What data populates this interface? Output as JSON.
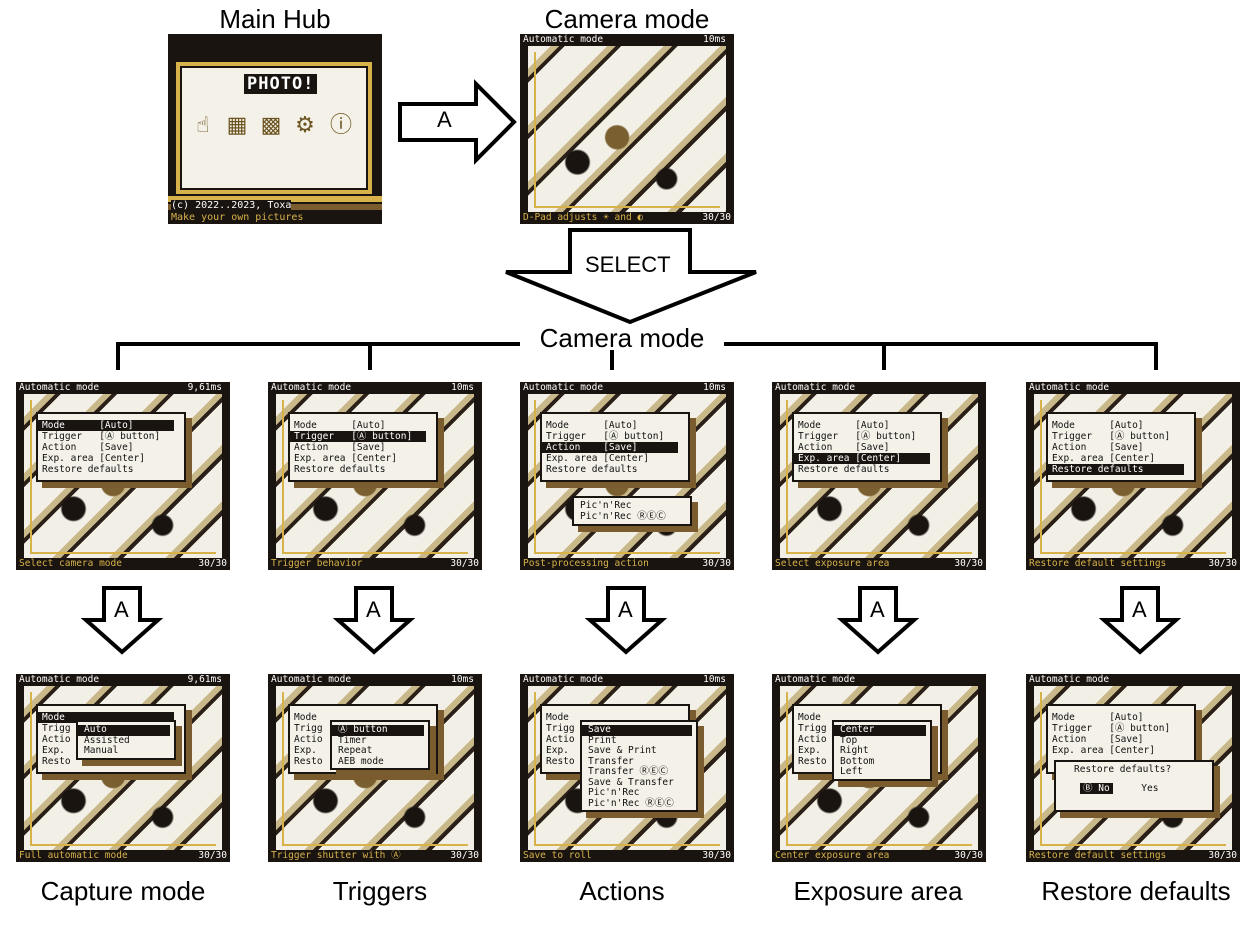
{
  "top": {
    "hub_label": "Main Hub",
    "camera_label": "Camera mode",
    "a_label": "A",
    "select_label": "SELECT",
    "hub": {
      "title": "PHOTO!",
      "footer1": "(c) 2022..2023, Toxa",
      "footer2": "Make your own pictures"
    },
    "camera": {
      "mode": "Automatic mode",
      "time": "10ms",
      "hint": "D-Pad adjusts ☀ and ◐",
      "count": "30/30"
    }
  },
  "camera_mode_label": "Camera mode",
  "a_arrow_label": "A",
  "menu_rows": [
    "Mode      [Auto]",
    "Trigger   [Ⓐ button]",
    "Action    [Save]",
    "Exp. area [Center]",
    "Restore defaults"
  ],
  "mid_screens": [
    {
      "mode": "Automatic mode",
      "time": "9,61ms",
      "hint": "Select camera mode",
      "count": "30/30",
      "sel": 0
    },
    {
      "mode": "Automatic mode",
      "time": "10ms",
      "hint": "Trigger behavior",
      "count": "30/30",
      "sel": 1
    },
    {
      "mode": "Automatic mode",
      "time": "10ms",
      "hint": "Post-processing action",
      "count": "30/30",
      "sel": 2,
      "popup": [
        "Pic'n'Rec",
        "Pic'n'Rec ⓇⒺⒸ"
      ]
    },
    {
      "mode": "Automatic mode",
      "time": "",
      "hint": "Select exposure area",
      "count": "30/30",
      "sel": 3
    },
    {
      "mode": "Automatic mode",
      "time": "",
      "hint": "Restore default settings",
      "count": "30/30",
      "sel": 4
    }
  ],
  "bottom_screens": [
    {
      "mode": "Automatic mode",
      "time": "9,61ms",
      "hint": "Full automatic mode",
      "count": "30/30",
      "items": [
        "Auto",
        "Assisted",
        "Manual"
      ],
      "sel": 0
    },
    {
      "mode": "Automatic mode",
      "time": "10ms",
      "hint": "Trigger shutter with Ⓐ",
      "count": "30/30",
      "items": [
        "Ⓐ button",
        "Timer",
        "Repeat",
        "AEB mode"
      ],
      "sel": 0
    },
    {
      "mode": "Automatic mode",
      "time": "10ms",
      "hint": "Save to roll",
      "count": "30/30",
      "items": [
        "Save",
        "Print",
        "Save & Print",
        "Transfer",
        "Transfer ⓇⒺⒸ",
        "Save & Transfer",
        "Pic'n'Rec",
        "Pic'n'Rec ⓇⒺⒸ"
      ],
      "sel": 0
    },
    {
      "mode": "Automatic mode",
      "time": "",
      "hint": "Center exposure area",
      "count": "30/30",
      "items": [
        "Center",
        "Top",
        "Right",
        "Bottom",
        "Left"
      ],
      "sel": 0
    },
    {
      "mode": "Automatic mode",
      "time": "",
      "hint": "Restore default settings",
      "count": "30/30",
      "dialog": {
        "question": "Restore defaults?",
        "no": "Ⓑ No",
        "yes": "Yes"
      }
    }
  ],
  "captions": [
    "Capture mode",
    "Triggers",
    "Actions",
    "Exposure area",
    "Restore defaults"
  ],
  "colors": {
    "screen_dark": "#1a1410",
    "accent_gold": "#d7b24a",
    "shadow_brown": "#7a5c2e",
    "panel": "#f4f1e8"
  }
}
